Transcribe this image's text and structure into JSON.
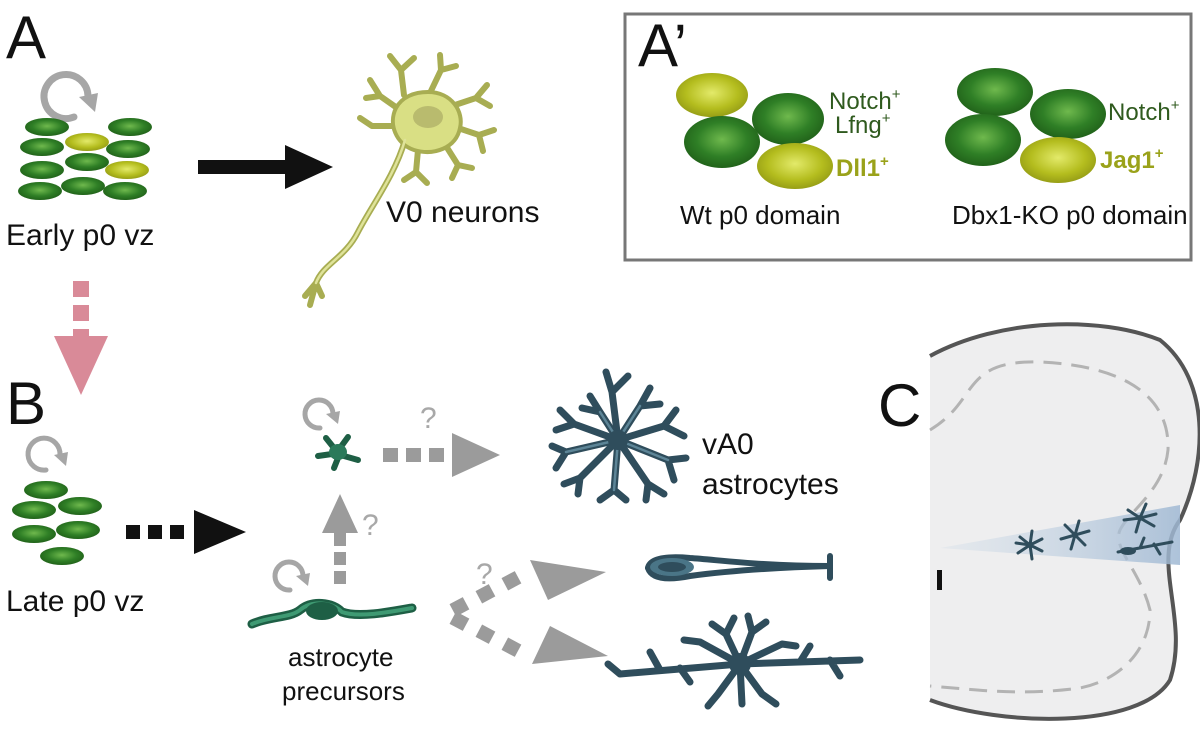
{
  "panels": {
    "A": {
      "letter": "A",
      "vz_label": "Early p0 vz",
      "output_label": "V0 neurons"
    },
    "A_prime": {
      "letter": "A’",
      "wt": {
        "notch": "Notch",
        "lfng": "Lfng",
        "dll1": "Dll1",
        "superscript": "+",
        "caption": "Wt p0 domain"
      },
      "ko": {
        "notch": "Notch",
        "jag1": "Jag1",
        "superscript": "+",
        "caption": "Dbx1-KO p0 domain"
      }
    },
    "B": {
      "letter": "B",
      "vz_label": "Late p0 vz",
      "precursor_label_1": "astrocyte",
      "precursor_label_2": "precursors",
      "astro_label_1": "vA0",
      "astro_label_2": "astrocytes",
      "question_marks": [
        "?",
        "?",
        "?"
      ]
    },
    "C": {
      "letter": "C"
    }
  },
  "colors": {
    "cell_green": "#2d7a22",
    "cell_yellow": "#b6bf22",
    "astrocyte": "#2f4d5c",
    "precursor": "#2a7a5a",
    "neuron": "#d9df84",
    "pink_arrow": "#d98a98",
    "gray_arrow": "#9b9b9b",
    "spinal_cord_fill": "#eeeeef"
  }
}
